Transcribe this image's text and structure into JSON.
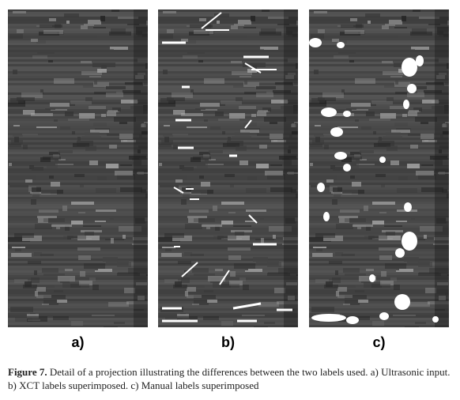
{
  "figure": {
    "panels": [
      {
        "id": "a",
        "label": "a)",
        "content": "ultrasonic-input",
        "overlay": "none"
      },
      {
        "id": "b",
        "label": "b)",
        "content": "ultrasonic-input",
        "overlay": "xct-labels"
      },
      {
        "id": "c",
        "label": "c)",
        "content": "ultrasonic-input",
        "overlay": "manual-labels"
      }
    ],
    "caption": {
      "figure_label": "Figure 7.",
      "text": " Detail of a projection illustrating the differences between the two labels used. a) Ultrasonic input. b) XCT labels superimposed. c) Manual labels superimposed"
    },
    "colors": {
      "background": "#4a4a4a",
      "label_overlay": "#ffffff"
    }
  }
}
